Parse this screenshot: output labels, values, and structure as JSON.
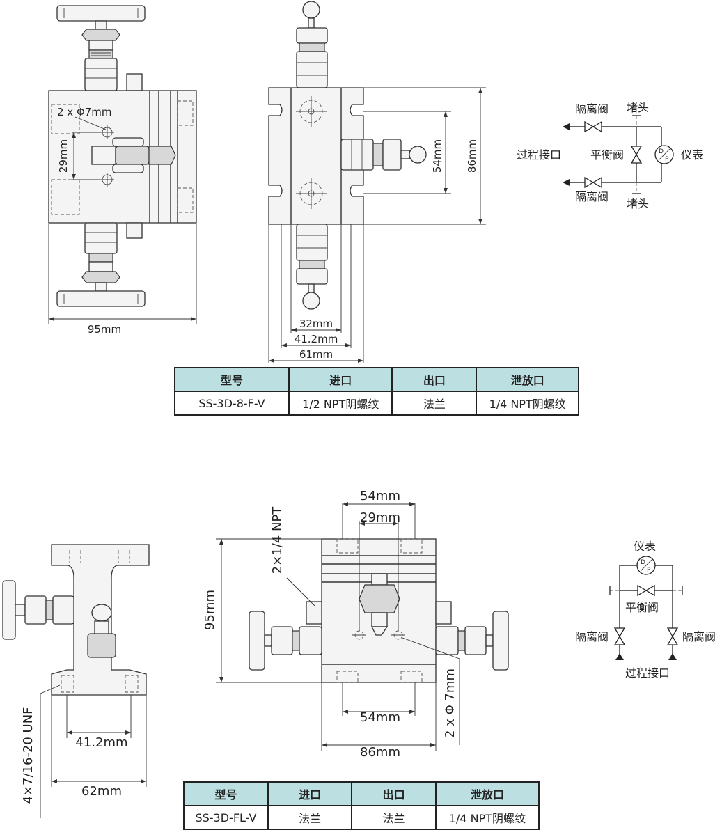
{
  "top": {
    "dims": {
      "width_95": "95mm",
      "height_29": "29mm",
      "hole": "2 x Φ7mm",
      "d54": "54mm",
      "d86": "86mm",
      "d32": "32mm",
      "d41": "41.2mm",
      "d61": "61mm"
    },
    "schematic": {
      "isolation_valve_top": "隔离阀",
      "isolation_valve_bottom": "隔离阀",
      "plug_top": "堵头",
      "plug_bottom": "堵头",
      "process_port": "过程接口",
      "balance_valve": "平衡阀",
      "instrument": "仪表",
      "dp_symbol": "D/P"
    },
    "table": {
      "headers": [
        "型号",
        "进口",
        "出口",
        "泄放口"
      ],
      "row": [
        "SS-3D-8-F-V",
        "1/2 NPT阴螺纹",
        "法兰",
        "1/4 NPT阴螺纹"
      ]
    }
  },
  "bottom": {
    "dims": {
      "unf": "4×7/16-20 UNF",
      "d41": "41.2mm",
      "d62": "62mm",
      "npt": "2×1/4 NPT",
      "d54_top": "54mm",
      "d29": "29mm",
      "d95": "95mm",
      "d54_bottom": "54mm",
      "d86": "86mm",
      "hole": "2 x Φ 7mm"
    },
    "schematic": {
      "instrument": "仪表",
      "balance_valve": "平衡阀",
      "isolation_left": "隔离阀",
      "isolation_right": "隔离阀",
      "process_port": "过程接口",
      "dp_symbol": "D/P"
    },
    "table": {
      "headers": [
        "型号",
        "进口",
        "出口",
        "泄放口"
      ],
      "row": [
        "SS-3D-FL-V",
        "法兰",
        "法兰",
        "1/4 NPT阴螺纹"
      ]
    }
  }
}
